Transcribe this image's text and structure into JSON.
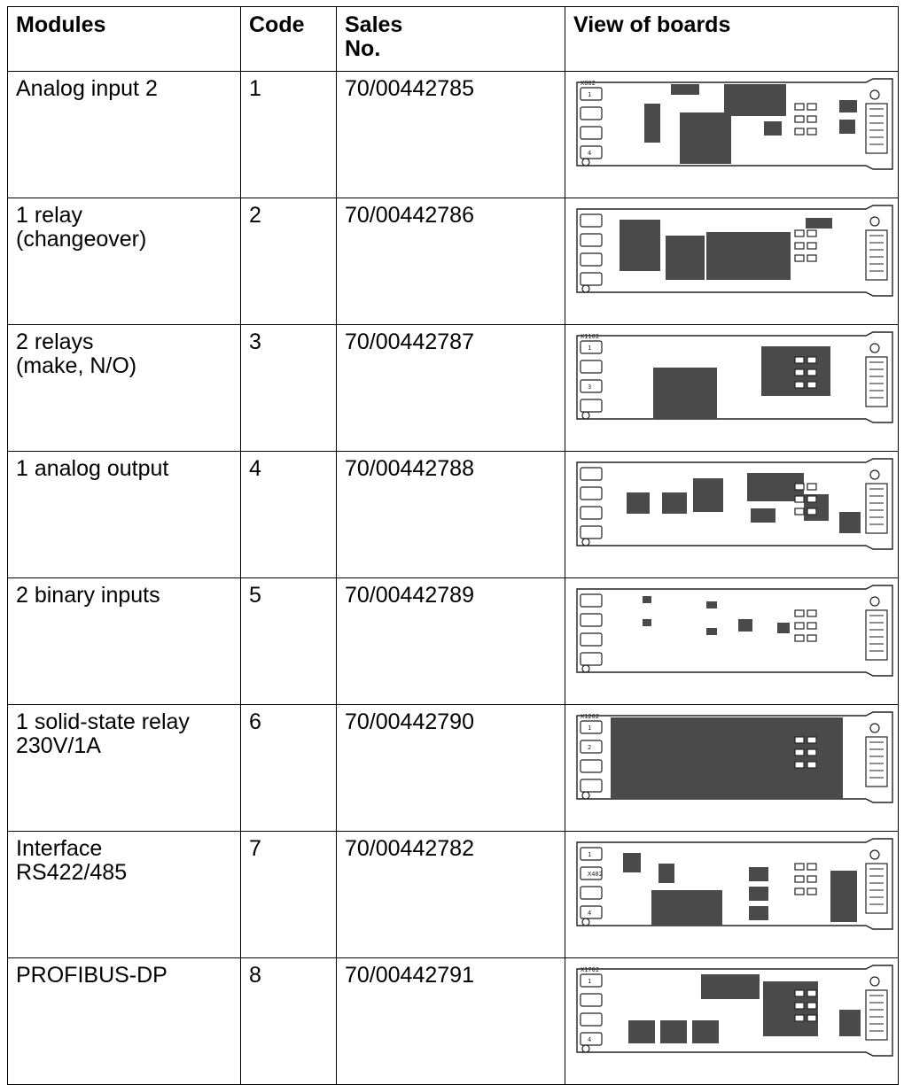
{
  "headers": {
    "modules": "Modules",
    "code": "Code",
    "sales_line1": "Sales",
    "sales_line2": "No.",
    "view": "View of boards"
  },
  "rows": [
    {
      "module_line1": "Analog input 2",
      "module_line2": "",
      "code": "1",
      "sales_no": "70/00442785",
      "board": {
        "corner_label": "X802",
        "terminals": [
          "1",
          "",
          "",
          "4"
        ]
      }
    },
    {
      "module_line1": "1 relay",
      "module_line2": "(changeover)",
      "code": "2",
      "sales_no": "70/00442786",
      "board": {
        "corner_label": "",
        "terminals": [
          "",
          "",
          "",
          ""
        ]
      }
    },
    {
      "module_line1": "2 relays",
      "module_line2": "(make, N/O)",
      "code": "3",
      "sales_no": "70/00442787",
      "board": {
        "corner_label": "X1102",
        "terminals": [
          "1",
          "",
          "3",
          ""
        ]
      }
    },
    {
      "module_line1": "1 analog output",
      "module_line2": "",
      "code": "4",
      "sales_no": "70/00442788",
      "board": {
        "corner_label": "",
        "terminals": [
          "",
          "",
          "",
          ""
        ]
      }
    },
    {
      "module_line1": "2 binary inputs",
      "module_line2": "",
      "code": "5",
      "sales_no": "70/00442789",
      "board": {
        "corner_label": "",
        "terminals": [
          "",
          "",
          "",
          ""
        ]
      }
    },
    {
      "module_line1": "1 solid-state relay",
      "module_line2": "230V/1A",
      "code": "6",
      "sales_no": "70/00442790",
      "board": {
        "corner_label": "X1202",
        "terminals": [
          "1",
          "2",
          "",
          ""
        ]
      }
    },
    {
      "module_line1": "Interface",
      "module_line2": "RS422/485",
      "code": "7",
      "sales_no": "70/00442782",
      "board": {
        "corner_label": "",
        "terminals": [
          "1",
          "X402",
          "",
          "4"
        ]
      }
    },
    {
      "module_line1": "PROFIBUS-DP",
      "module_line2": "",
      "code": "8",
      "sales_no": "70/00442791",
      "board": {
        "corner_label": "X1702",
        "terminals": [
          "1",
          "",
          "",
          "4"
        ]
      }
    }
  ],
  "colors": {
    "component": "#4a4a4a",
    "line": "#222222"
  }
}
